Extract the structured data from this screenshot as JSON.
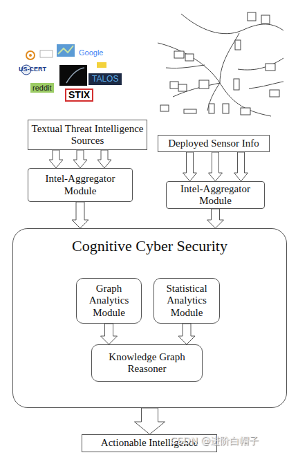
{
  "diagram": {
    "nodes": [
      {
        "text": [
          "Textual Threat Intelligence Sources"
        ]
      },
      {
        "text": [
          "Deployed Sensor Info"
        ]
      },
      {
        "text": [
          "Intel-Aggregator Module"
        ]
      },
      {
        "text": [
          "Intel-Aggregator Module"
        ]
      },
      {
        "text": [
          "Cognitive Cyber Security"
        ]
      },
      {
        "text": [
          "Graph Analytics Module"
        ],
        "in": 4
      },
      {
        "text": [
          "Statistical Analytics Module"
        ],
        "in": 4
      },
      {
        "text": [
          "Knowledge Graph Reasoner"
        ],
        "in": 4
      },
      {
        "text": [
          "Actionable Intelligence"
        ]
      }
    ],
    "edges": [
      {
        "from": 0,
        "to": 2,
        "arrow": "to"
      },
      {
        "from": 1,
        "to": 3,
        "arrow": "to"
      },
      {
        "from": 2,
        "to": 4,
        "arrow": "to"
      },
      {
        "from": 3,
        "to": 4,
        "arrow": "to"
      },
      {
        "from": 5,
        "to": 7,
        "arrow": "to"
      },
      {
        "from": 6,
        "to": 7,
        "arrow": "to"
      },
      {
        "from": 4,
        "to": 8,
        "arrow": "to"
      }
    ],
    "labels": [
      "Google",
      "US-CERT",
      "reddit",
      "STIX",
      "TALOS",
      "CSDN @进阶白帽子"
    ]
  }
}
